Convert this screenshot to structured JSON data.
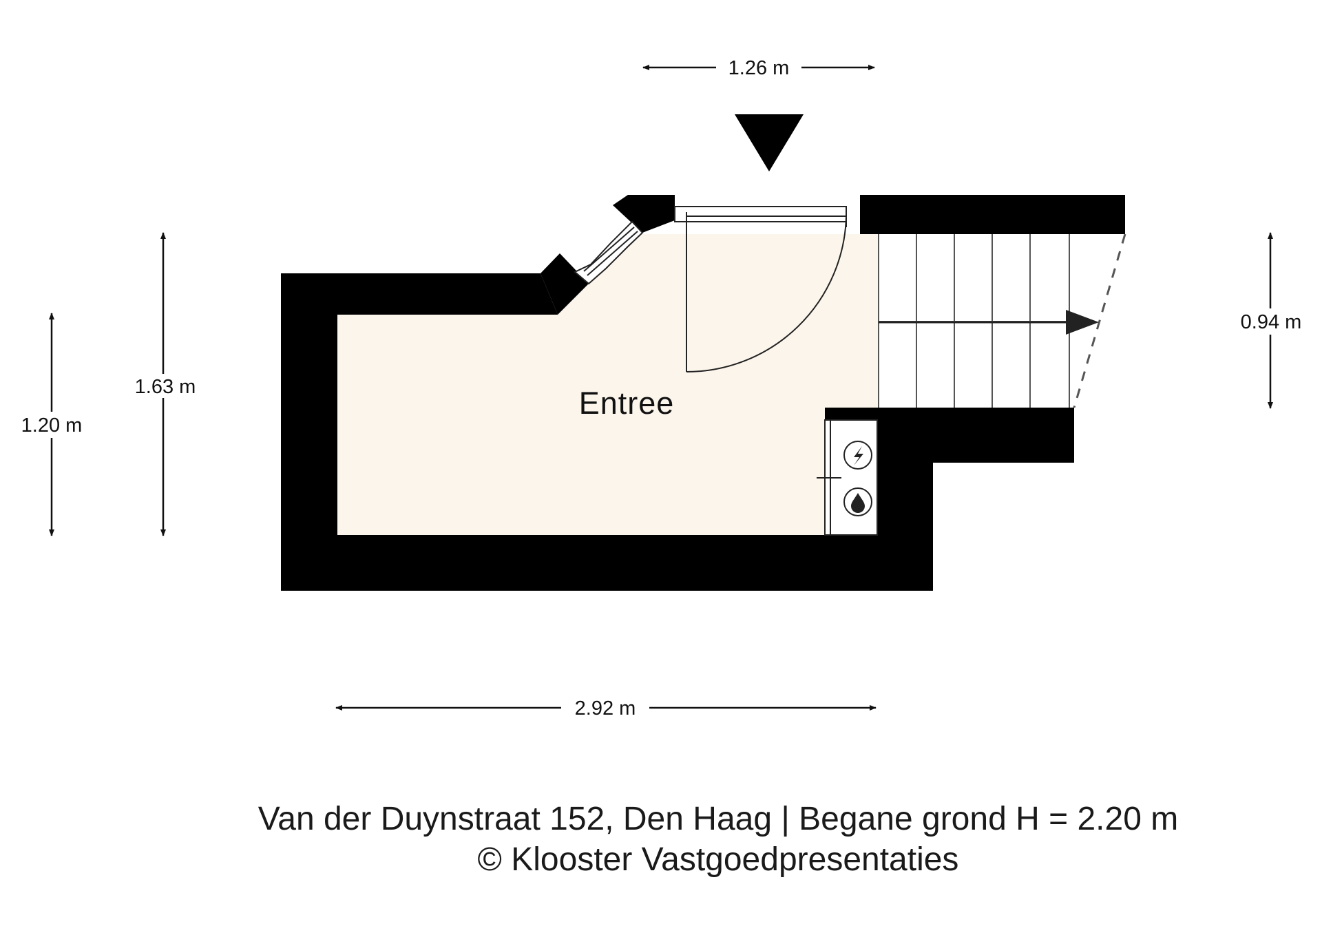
{
  "room": {
    "name": "Entree"
  },
  "dimensions": {
    "top_width": "1.26 m",
    "bottom_width": "2.92 m",
    "left_outer_height": "1.20 m",
    "left_inner_height": "1.63 m",
    "right_stair_height": "0.94 m"
  },
  "caption": {
    "line1": "Van der Duynstraat 152, Den Haag | Begane grond H = 2.20 m",
    "line2": "© Klooster Vastgoedpresentaties"
  },
  "colors": {
    "wall": "#000000",
    "floor": "#fcf5ec",
    "line": "#222222",
    "meter_fill": "#ffffff"
  },
  "icons": [
    "entrance-arrow-icon",
    "electricity-meter-icon",
    "gas-meter-icon",
    "stair-direction-arrow-icon"
  ]
}
